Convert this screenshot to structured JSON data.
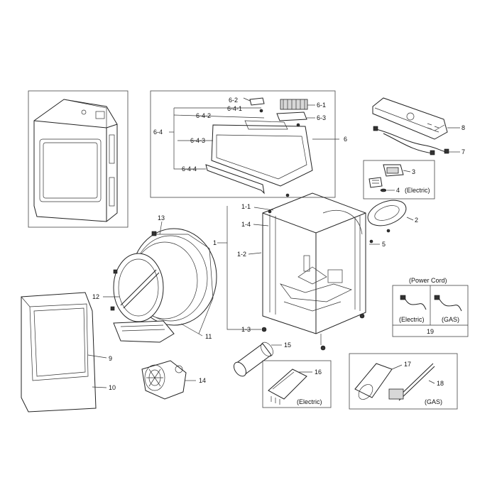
{
  "labels": {
    "l_6_2": "6-2",
    "l_6_1": "6-1",
    "l_6_4_1": "6-4-1",
    "l_6_4_2": "6-4-2",
    "l_6_3": "6-3",
    "l_6_4": "6-4",
    "l_6_4_3": "6-4-3",
    "l_6": "6",
    "l_6_4_4": "6-4-4",
    "l_8": "8",
    "l_7": "7",
    "l_3": "3",
    "l_4": "4",
    "l_2": "2",
    "l_5": "5",
    "l_1_1": "1-1",
    "l_1_4": "1-4",
    "l_1": "1",
    "l_1_2": "1-2",
    "l_1_3": "1-3",
    "l_13": "13",
    "l_12": "12",
    "l_11": "11",
    "l_9": "9",
    "l_10": "10",
    "l_14": "14",
    "l_15": "15",
    "l_16": "16",
    "l_17": "17",
    "l_18": "18",
    "l_19": "19"
  },
  "notes": {
    "electric_3_4": "(Electric)",
    "power_cord": "(Power Cord)",
    "electric_19": "(Electric)",
    "gas_19": "(GAS)",
    "electric_16": "(Electric)",
    "gas_17_18": "(GAS)"
  },
  "colors": {
    "line": "#222222",
    "background": "#ffffff"
  }
}
